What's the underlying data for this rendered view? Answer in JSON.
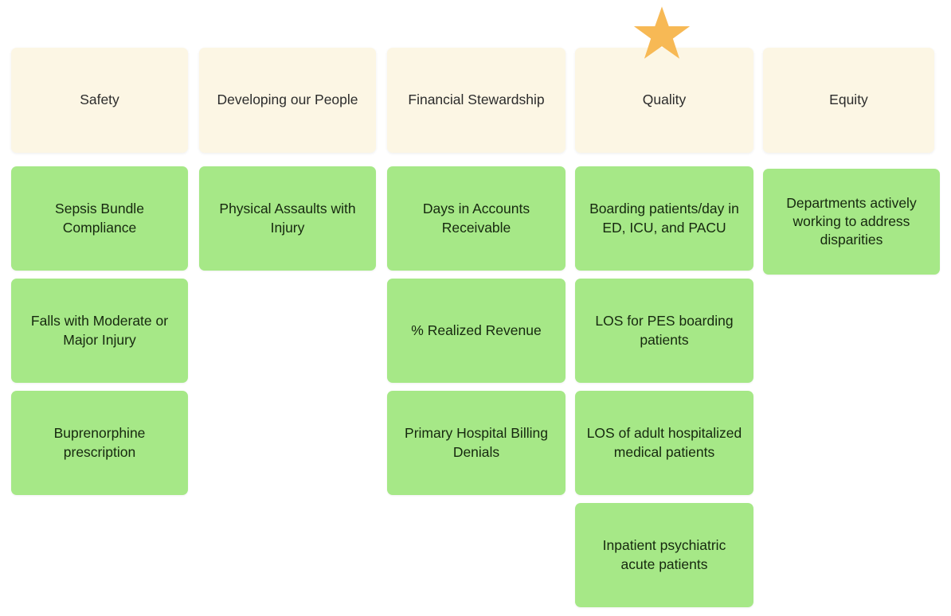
{
  "diagram": {
    "type": "pillar-grid",
    "background_color": "#ffffff",
    "header_color": "#fcf6e4",
    "metric_color": "#a6e887",
    "star_color": "#f7b955",
    "star_icon_name": "star-icon",
    "columns": [
      {
        "header": "Safety",
        "metrics": [
          {
            "label": "Sepsis Bundle Compliance",
            "height": 131
          },
          {
            "label": "Falls with Moderate or Major Injury",
            "height": 131
          },
          {
            "label": "Buprenorphine prescription",
            "height": 131
          }
        ]
      },
      {
        "header": "Developing our People",
        "metrics": [
          {
            "label": "Physical Assaults with Injury",
            "height": 131
          }
        ]
      },
      {
        "header": "Financial Stewardship",
        "metrics": [
          {
            "label": "Days in Accounts Receivable",
            "height": 131
          },
          {
            "label": "% Realized Revenue",
            "height": 131
          },
          {
            "label": "Primary Hospital Billing Denials",
            "height": 131
          }
        ]
      },
      {
        "header": "Quality",
        "starred": true,
        "metrics": [
          {
            "label": "Boarding patients/day in ED, ICU, and PACU",
            "height": 131
          },
          {
            "label": "LOS for PES boarding patients",
            "height": 131
          },
          {
            "label": "LOS of adult hospitalized medical patients",
            "height": 131
          },
          {
            "label": "Inpatient psychiatric acute patients",
            "height": 131
          }
        ]
      },
      {
        "header": "Equity",
        "metrics": [
          {
            "label": "Departments actively working to address disparities",
            "height": 133
          }
        ]
      }
    ]
  }
}
